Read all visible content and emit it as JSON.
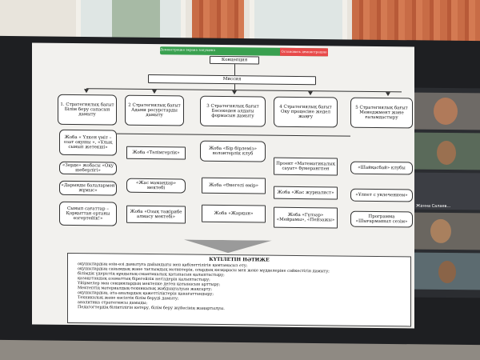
{
  "share_bar": {
    "label": "Демонстрация экрана запущена",
    "stop_label": "Остановить демонстрацию"
  },
  "diagram": {
    "concept": "Концепция",
    "mission": "Миссия",
    "directions": [
      "1. Стратегиялық бағыт Білім беру сапасын дамыту",
      "2 Стратегиялық бағыт Адами ресурстарды дамыту",
      "3 Стратегиялық бағыт Бәсекеден алдағы формасын дамыту",
      "4 Стратегиялық бағыт Оқу процесіне жедел жаңғу",
      "5 Стратегиялық бағыт Менеджмент және ғаламдастыру"
    ],
    "col1": [
      "Жоба « Үлкен үміт – озат оқушы », «Ұлық сынып жетекші»",
      "«Зерде» жобасы «Оқу шеберлігі»",
      "«Дарынды балалармен жұмыс»",
      "Сынып сағаттар – Қорқыттан ортаны өзгертейік!»"
    ],
    "col2": [
      "Жоба «Тәлімгерлік»",
      "«Жас мамандар» мектебі",
      "Жоба «Озық тәжірибе алмасу мектебі»"
    ],
    "col3": [
      "Жоба «Бір бірлеміз» волонтерлік клуб",
      "Жоба «Өнегелі өмір»",
      "Жоба «Жарқын»"
    ],
    "col4": [
      "Проект «Математикалық сауат» бумерангпен",
      "Жоба «Жас журналист»",
      "Жоба «Гүлзар» «Мейрамы», «Пейзажы»"
    ],
    "col5": [
      "«Шайқасбай» клубы",
      "«Ұлпет с увлечением»",
      "Программа «Шығармашыл сезім»"
    ]
  },
  "results": {
    "title": "КҮТІЛЕТІН НӘТИЖЕ",
    "items": [
      "оқушылардың өзін-өзі дамытуға дайындығы мен қабілеттілігін қамтамасыз ету;",
      "оқушылардың санымдық және тағлымдық мотивтерін, олардың көзқарасы мен жеке мүдделеріне сәйкестігін дамыту;",
      "білімдік үдерістің құндылық-смантикалық қатынасын қалыптастыру;",
      "қазақстандық азаматтық бірегейлік негіздерін қалыптастыру;",
      "Үйірмелер мен секциялардың мектепке деген қатынасын арттыру;",
      "Мектептің материалдық-техникалық жабдықталуын жақсарту;",
      "оқушылардың, ата-аналардың қажеттіліктерін қанағаттандыру;",
      "Техникалық және кәсіптік білім беруді дамыту;",
      "аналитика стратегиясы дамыды;",
      "Педагогтердің біліктілігін көтеру, білім беру жүйесінің жаңартылуы."
    ]
  },
  "participants": [
    "",
    "",
    "Жанна Салаев...",
    "",
    ""
  ],
  "colors": {
    "accent_green": "#39a04f",
    "stop_red": "#e84a4a",
    "curtain": "#c86c46"
  }
}
